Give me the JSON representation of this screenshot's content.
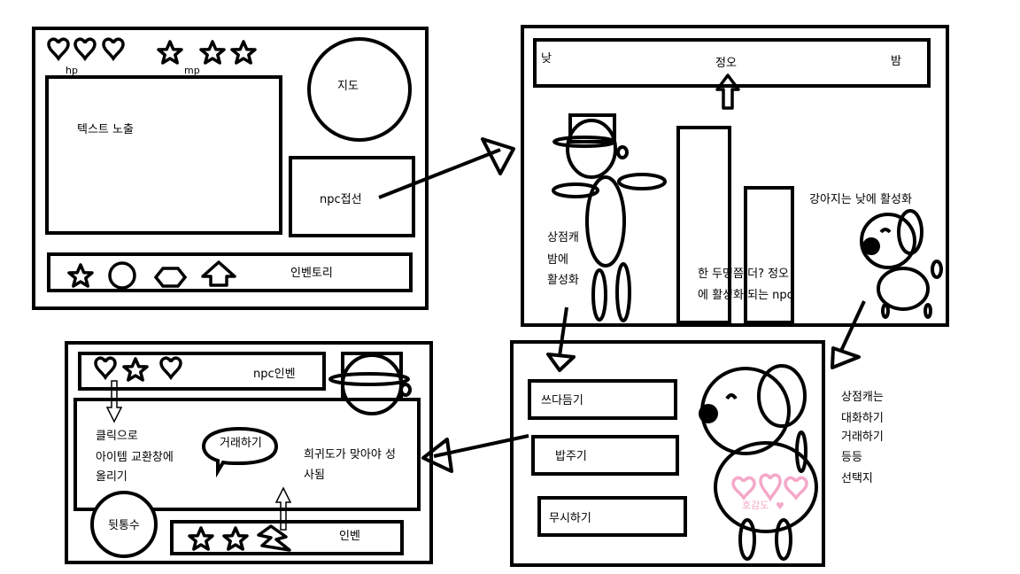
{
  "panel1": {
    "hp_label": "hp",
    "mp_label": "mp",
    "map_label": "지도",
    "text_area_label": "텍스트 노출",
    "npc_contact_label": "npc접선",
    "inventory_label": "인벤토리"
  },
  "panel2": {
    "day_label": "낮",
    "noon_label": "정오",
    "night_label": "밤",
    "shop_dog_label": [
      "상점캐",
      "밤에",
      "활성화"
    ],
    "noon_npc_label": [
      "한 두명쯤 더? 정오",
      "에 활성화 되는 npc"
    ],
    "puppy_label": "강아지는 낮에 활성화"
  },
  "panel3": {
    "pet_button": "쓰다듬기",
    "feed_button": "밥주기",
    "ignore_button": "무시하기",
    "affection_label": "호감도"
  },
  "side_note": [
    "상점캐는",
    "대화하기",
    "거래하기",
    "등등",
    "선택지"
  ],
  "panel4": {
    "npc_inventory_label": "npc인벤",
    "click_note": [
      "클릭으로",
      "아이템 교환창에",
      "올리기"
    ],
    "trade_bubble": "거래하기",
    "rarity_note": [
      "희귀도가 맞아야 성",
      "사됨"
    ],
    "back_pocket_label": "뒷통수",
    "inventory_label": "인벤"
  },
  "colors": {
    "ink": "#000000",
    "heart_pink": "#f5a8c8"
  }
}
